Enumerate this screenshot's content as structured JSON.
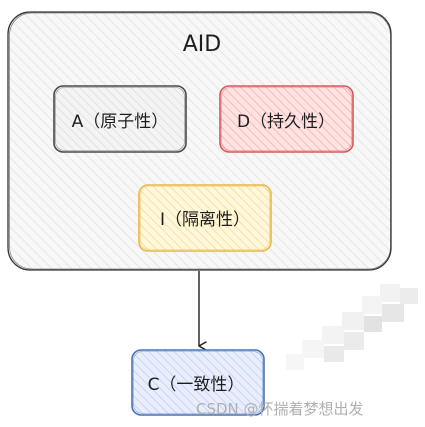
{
  "diagram": {
    "container_label": "AID",
    "nodes": {
      "a": {
        "label": "A（原子性）",
        "fill": "#f1f1f1",
        "stroke": "#4a4a4a"
      },
      "d": {
        "label": "D（持久性）",
        "fill": "#ffd9d9",
        "stroke": "#d25a5a"
      },
      "i": {
        "label": "I（隔离性）",
        "fill": "#fff4c9",
        "stroke": "#e8b84a"
      },
      "c": {
        "label": "C（一致性）",
        "fill": "#dfe8fb",
        "stroke": "#4a72b8"
      }
    },
    "edge": {
      "from": "AID",
      "to": "C（一致性）",
      "color": "#1e1e1e"
    }
  },
  "watermark": "CSDN @怀揣着梦想出发"
}
